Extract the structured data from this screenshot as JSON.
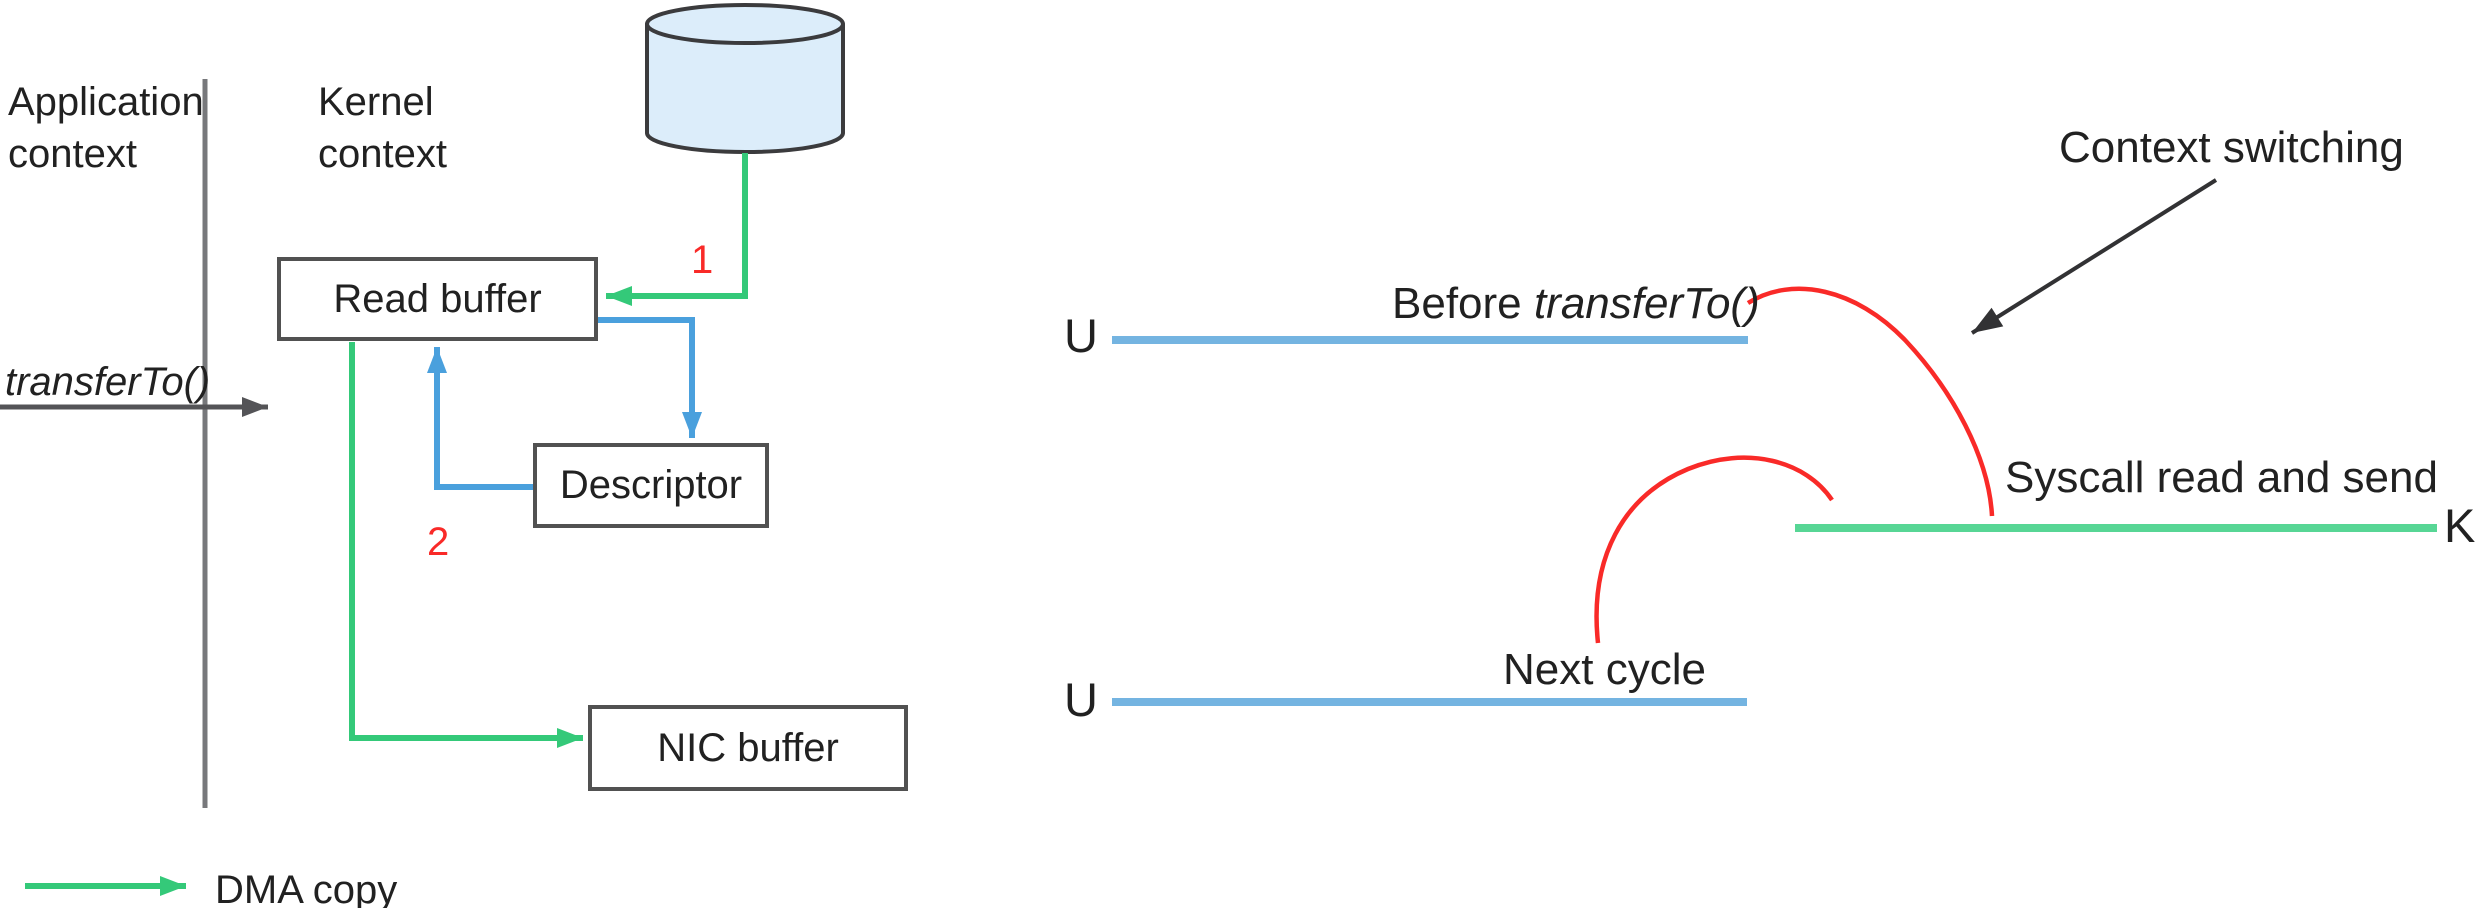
{
  "palette": {
    "text": "#212121",
    "red": "#f92a28",
    "green_arrow": "#34c979",
    "green_timeline": "#57d695",
    "blue_arrow": "#4aa0dd",
    "blue_timeline": "#74b4e1",
    "separator_gray": "#77787b",
    "box_border": "#515151",
    "dark_arrow": "#545457",
    "black_arrow": "#323234",
    "cylinder_fill": "#dcedfa",
    "cylinder_border": "#3b3b3d"
  },
  "left_diagram": {
    "app_context_label": "Application context",
    "kernel_context_label": "Kernel context",
    "transfer_to_label": "transferTo()",
    "disk_icon": "disk-cylinder",
    "read_buffer_label": "Read buffer",
    "descriptor_label": "Descriptor",
    "nic_buffer_label": "NIC buffer",
    "step1_label": "1",
    "step2_label": "2",
    "legend": {
      "dma_copy_label": "DMA copy"
    }
  },
  "right_diagram": {
    "context_switching_label": "Context switching",
    "user_timeline_1": {
      "axis_label": "U",
      "annotation_prefix": "Before",
      "annotation_italic": "transferTo()"
    },
    "kernel_timeline": {
      "axis_label": "K",
      "annotation": "Syscall read and send"
    },
    "user_timeline_2": {
      "axis_label": "U",
      "annotation": "Next cycle"
    }
  }
}
